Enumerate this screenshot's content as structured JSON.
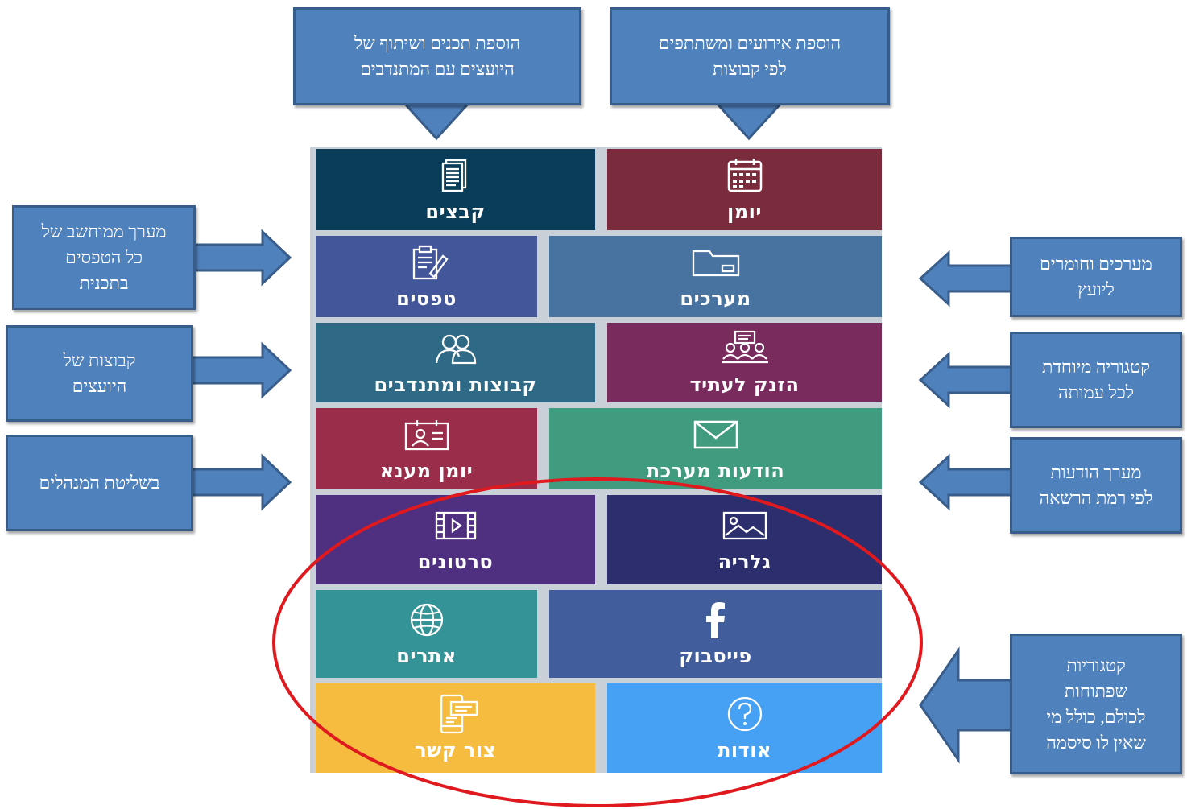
{
  "tiles": {
    "calendar": {
      "label": "יומן",
      "icon": "calendar-icon",
      "color": "#7a2b3c"
    },
    "files": {
      "label": "קבצים",
      "icon": "document-icon",
      "color": "#0a3d5a"
    },
    "lesson_plans": {
      "label": "מערכים",
      "icon": "folder-icon",
      "color": "#4872a0"
    },
    "forms": {
      "label": "טפסים",
      "icon": "clipboard-icon",
      "color": "#43569a"
    },
    "launch_future": {
      "label": "הזנק לעתיד",
      "icon": "group-presentation-icon",
      "color": "#7a2b5e"
    },
    "groups_volunteers": {
      "label": "קבוצות ומתנדבים",
      "icon": "people-icon",
      "color": "#2e6a86"
    },
    "system_messages": {
      "label": "הודעות מערכת",
      "icon": "envelope-icon",
      "color": "#419b7e"
    },
    "mentor_diary": {
      "label": "יומן מענא",
      "icon": "contact-card-icon",
      "color": "#9a2e4a"
    },
    "gallery": {
      "label": "גלריה",
      "icon": "picture-icon",
      "color": "#2d2e6e"
    },
    "videos": {
      "label": "סרטונים",
      "icon": "film-icon",
      "color": "#4f2f80"
    },
    "facebook": {
      "label": "פייסבוק",
      "icon": "facebook-icon",
      "color": "#425d9b"
    },
    "websites": {
      "label": "אתרים",
      "icon": "globe-icon",
      "color": "#349396"
    },
    "about": {
      "label": "אודות",
      "icon": "question-icon",
      "color": "#46a0f3"
    },
    "contact": {
      "label": "צור קשר",
      "icon": "phone-chat-icon",
      "color": "#f6bc3f"
    }
  },
  "callouts": {
    "top_left": "הוספת תכנים ושיתוף של\nהיועצים עם המתנדבים",
    "top_right": "הוספת אירועים ומשתתפים\nלפי קבוצות",
    "left_1": "מערך ממוחשב של\nכל הטפסים\nבתכנית",
    "left_2": "קבוצות של\nהיועצים",
    "left_3": "בשליטת המנהלים",
    "right_1": "מערכים וחומרים\nליועץ",
    "right_2": "קטגוריה מיוחדת\nלכל עמותה",
    "right_3": "מערך הודעות\nלפי רמת הרשאה",
    "right_4": "קטגוריות\nשפתוחות\nלכולם, כולל מי\nשאין לו סיסמה"
  },
  "colors": {
    "callout_fill": "#4f81bd",
    "callout_border": "#385d8a",
    "highlight_ellipse": "#e0191f",
    "grid_gap": "#c9d0d8"
  }
}
